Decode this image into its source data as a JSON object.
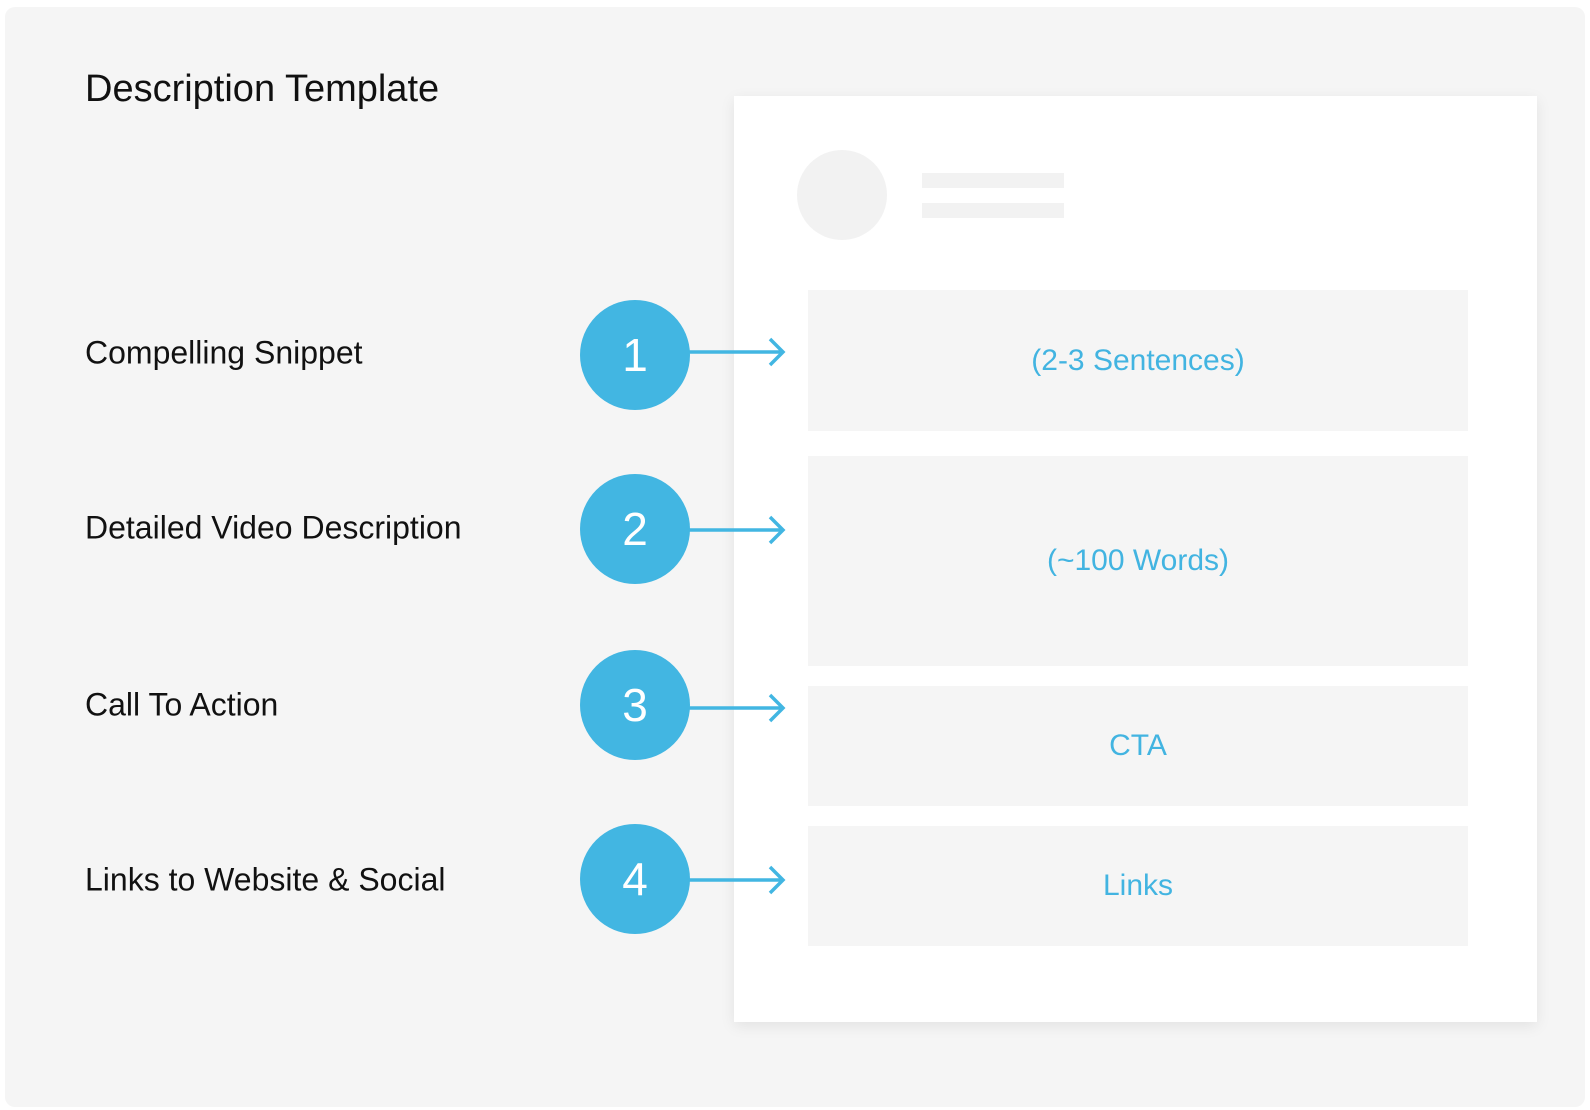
{
  "title": "Description Template",
  "accent_color": "#42b6e2",
  "steps": [
    {
      "number": "1",
      "label": "Compelling Snippet",
      "box_text": "(2-3 Sentences)"
    },
    {
      "number": "2",
      "label": "Detailed Video Description",
      "box_text": "(~100 Words)"
    },
    {
      "number": "3",
      "label": "Call To Action",
      "box_text": "CTA"
    },
    {
      "number": "4",
      "label": "Links to Website & Social",
      "box_text": "Links"
    }
  ]
}
